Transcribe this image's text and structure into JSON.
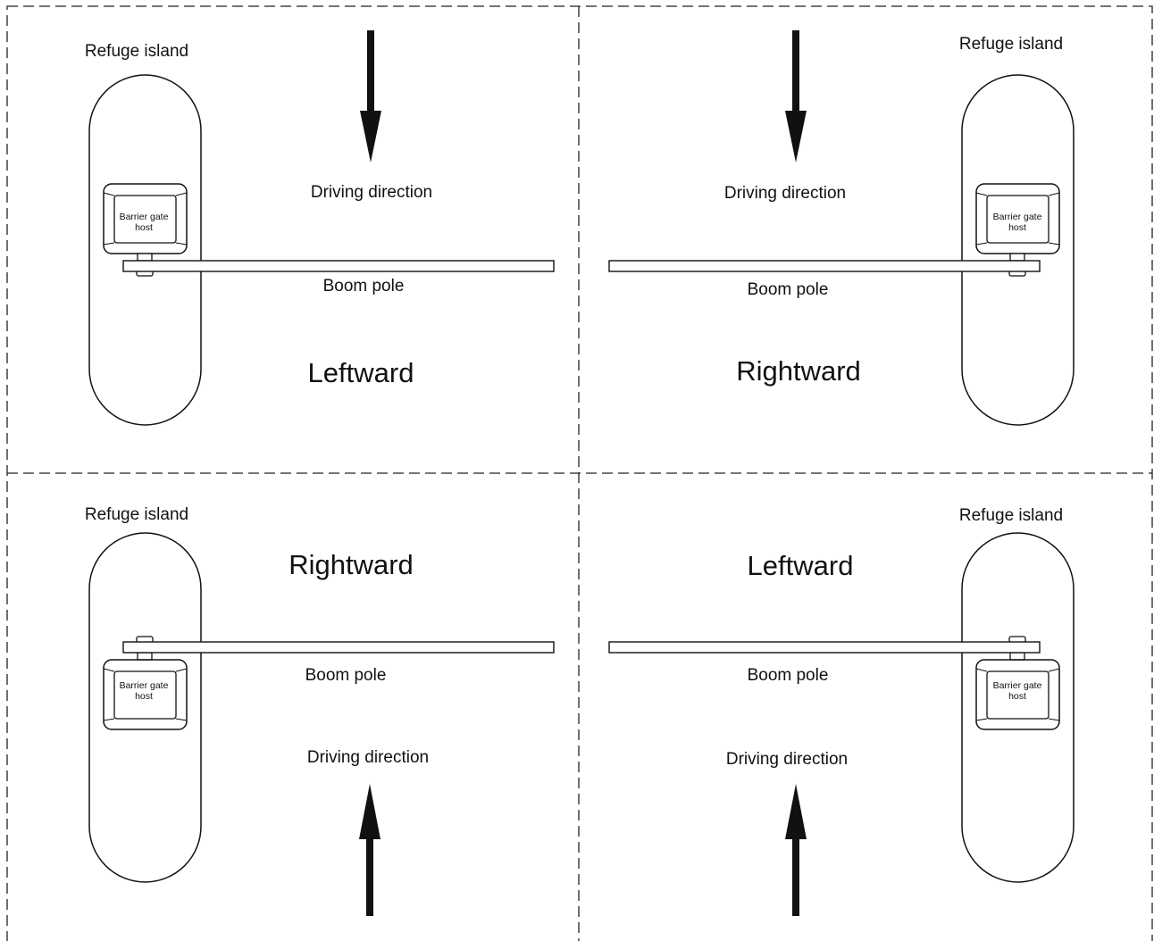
{
  "labels": {
    "refuge_island": "Refuge island",
    "driving_direction": "Driving direction",
    "boom_pole": "Boom pole",
    "barrier_gate_line1": "Barrier gate",
    "barrier_gate_line2": "host"
  },
  "quadrants": [
    {
      "position": "top-left",
      "direction_label": "Leftward",
      "island_side": "left",
      "arrow": "down",
      "host_above_pole": true
    },
    {
      "position": "top-right",
      "direction_label": "Rightward",
      "island_side": "right",
      "arrow": "down",
      "host_above_pole": true
    },
    {
      "position": "bottom-left",
      "direction_label": "Rightward",
      "island_side": "left",
      "arrow": "up",
      "host_above_pole": false
    },
    {
      "position": "bottom-right",
      "direction_label": "Leftward",
      "island_side": "right",
      "arrow": "up",
      "host_above_pole": false
    }
  ],
  "colors": {
    "line": "#111111",
    "background": "#ffffff"
  }
}
